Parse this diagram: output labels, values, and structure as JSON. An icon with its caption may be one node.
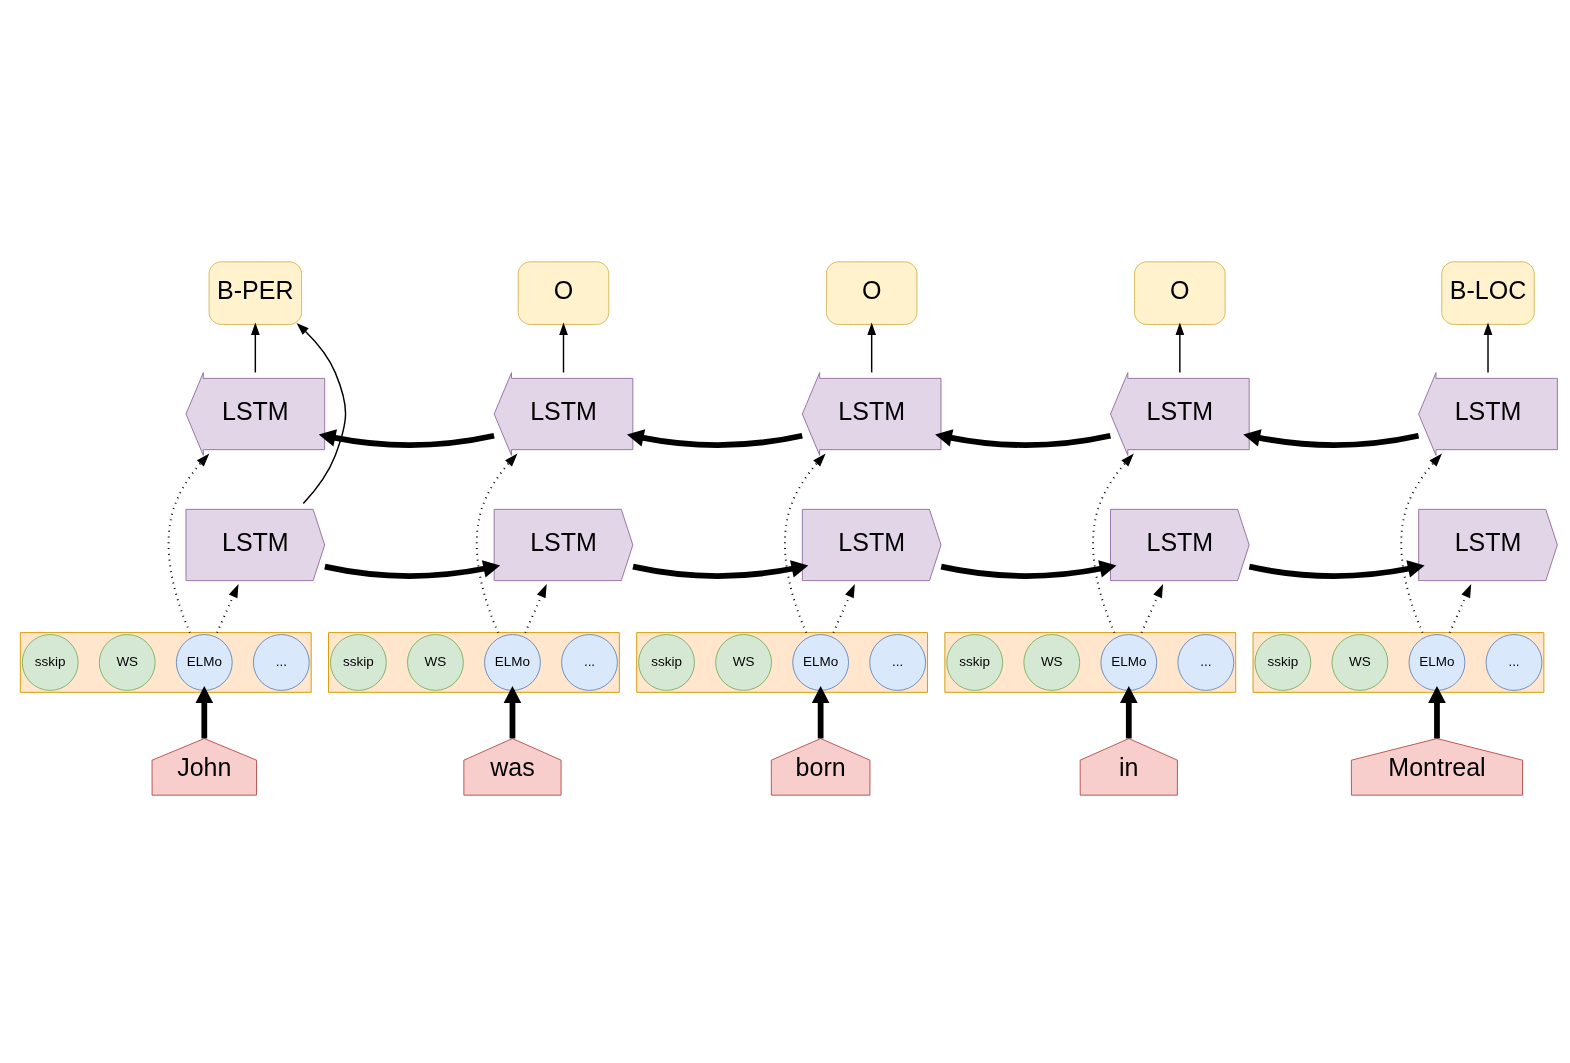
{
  "diagram": {
    "nodes": [
      {
        "text": [
          "B-PER"
        ]
      },
      {
        "text": [
          "O"
        ]
      },
      {
        "text": [
          "O"
        ]
      },
      {
        "text": [
          "O"
        ]
      },
      {
        "text": [
          "B-LOC"
        ]
      },
      {
        "text": [
          "LSTM"
        ]
      },
      {
        "text": [
          "LSTM"
        ]
      },
      {
        "text": [
          "LSTM"
        ]
      },
      {
        "text": [
          "LSTM"
        ]
      },
      {
        "text": [
          "LSTM"
        ]
      },
      {
        "text": [
          "LSTM"
        ]
      },
      {
        "text": [
          "LSTM"
        ]
      },
      {
        "text": [
          "LSTM"
        ]
      },
      {
        "text": [
          "LSTM"
        ]
      },
      {
        "text": [
          "LSTM"
        ]
      },
      {
        "text": [],
        "shape": "box"
      },
      {
        "text": [
          "sskip"
        ],
        "in": 15
      },
      {
        "text": [
          "WS"
        ],
        "in": 15
      },
      {
        "text": [
          "ELMo"
        ],
        "in": 15
      },
      {
        "text": [
          "..."
        ],
        "in": 15
      },
      {
        "text": [],
        "shape": "box"
      },
      {
        "text": [
          "sskip"
        ],
        "in": 20
      },
      {
        "text": [
          "WS"
        ],
        "in": 20
      },
      {
        "text": [
          "ELMo"
        ],
        "in": 20
      },
      {
        "text": [
          "..."
        ],
        "in": 20
      },
      {
        "text": [],
        "shape": "box"
      },
      {
        "text": [
          "sskip"
        ],
        "in": 25
      },
      {
        "text": [
          "WS"
        ],
        "in": 25
      },
      {
        "text": [
          "ELMo"
        ],
        "in": 25
      },
      {
        "text": [
          "..."
        ],
        "in": 25
      },
      {
        "text": [],
        "shape": "box"
      },
      {
        "text": [
          "sskip"
        ],
        "in": 30
      },
      {
        "text": [
          "WS"
        ],
        "in": 30
      },
      {
        "text": [
          "ELMo"
        ],
        "in": 30
      },
      {
        "text": [
          "..."
        ],
        "in": 30
      },
      {
        "text": [],
        "shape": "box"
      },
      {
        "text": [
          "sskip"
        ],
        "in": 35
      },
      {
        "text": [
          "WS"
        ],
        "in": 35
      },
      {
        "text": [
          "ELMo"
        ],
        "in": 35
      },
      {
        "text": [
          "..."
        ],
        "in": 35
      },
      {
        "text": [
          "John"
        ]
      },
      {
        "text": [
          "was"
        ]
      },
      {
        "text": [
          "born"
        ]
      },
      {
        "text": [
          "in"
        ]
      },
      {
        "text": [
          "Montreal"
        ]
      }
    ],
    "edges": [
      {
        "from": 40,
        "to": 15,
        "arrow": "to",
        "style": "thick"
      },
      {
        "from": 41,
        "to": 20,
        "arrow": "to",
        "style": "thick"
      },
      {
        "from": 42,
        "to": 25,
        "arrow": "to",
        "style": "thick"
      },
      {
        "from": 43,
        "to": 30,
        "arrow": "to",
        "style": "thick"
      },
      {
        "from": 44,
        "to": 35,
        "arrow": "to",
        "style": "thick"
      },
      {
        "from": 15,
        "to": 10,
        "arrow": "to",
        "style": "dashed"
      },
      {
        "from": 20,
        "to": 11,
        "arrow": "to",
        "style": "dashed"
      },
      {
        "from": 25,
        "to": 12,
        "arrow": "to",
        "style": "dashed"
      },
      {
        "from": 30,
        "to": 13,
        "arrow": "to",
        "style": "dashed"
      },
      {
        "from": 35,
        "to": 14,
        "arrow": "to",
        "style": "dashed"
      },
      {
        "from": 15,
        "to": 5,
        "arrow": "to",
        "style": "dashed"
      },
      {
        "from": 20,
        "to": 6,
        "arrow": "to",
        "style": "dashed"
      },
      {
        "from": 25,
        "to": 7,
        "arrow": "to",
        "style": "dashed"
      },
      {
        "from": 30,
        "to": 8,
        "arrow": "to",
        "style": "dashed"
      },
      {
        "from": 35,
        "to": 9,
        "arrow": "to",
        "style": "dashed"
      },
      {
        "from": 10,
        "to": 11,
        "arrow": "to",
        "style": "thick"
      },
      {
        "from": 11,
        "to": 12,
        "arrow": "to",
        "style": "thick"
      },
      {
        "from": 12,
        "to": 13,
        "arrow": "to",
        "style": "thick"
      },
      {
        "from": 13,
        "to": 14,
        "arrow": "to",
        "style": "thick"
      },
      {
        "from": 9,
        "to": 8,
        "arrow": "to",
        "style": "thick"
      },
      {
        "from": 8,
        "to": 7,
        "arrow": "to",
        "style": "thick"
      },
      {
        "from": 7,
        "to": 6,
        "arrow": "to",
        "style": "thick"
      },
      {
        "from": 6,
        "to": 5,
        "arrow": "to",
        "style": "thick"
      },
      {
        "from": 5,
        "to": 0,
        "arrow": "to"
      },
      {
        "from": 6,
        "to": 1,
        "arrow": "to"
      },
      {
        "from": 7,
        "to": 2,
        "arrow": "to"
      },
      {
        "from": 8,
        "to": 3,
        "arrow": "to"
      },
      {
        "from": 9,
        "to": 4,
        "arrow": "to"
      },
      {
        "from": 10,
        "to": 0,
        "arrow": "to"
      }
    ]
  }
}
